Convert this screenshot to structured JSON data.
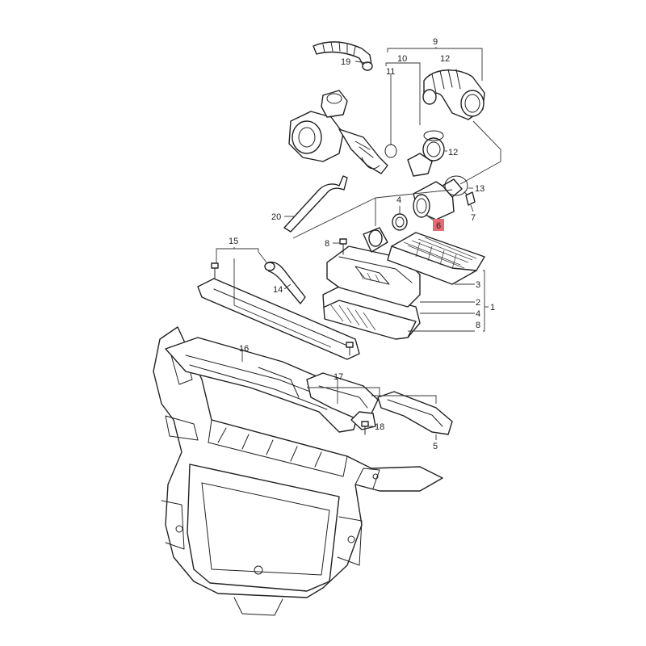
{
  "diagram": {
    "callouts": {
      "c1": "1",
      "c2": "2",
      "c3": "3",
      "c4a": "4",
      "c4b": "4",
      "c5": "5",
      "c6": "6",
      "c7": "7",
      "c8a": "8",
      "c8b": "8",
      "c9": "9",
      "c10": "10",
      "c11": "11",
      "c12a": "12",
      "c12b": "12",
      "c13": "13",
      "c14": "14",
      "c15": "15",
      "c16": "16",
      "c17": "17",
      "c18": "18",
      "c19": "19",
      "c20": "20"
    },
    "highlight_color": "#e36b74",
    "highlighted_callout": "6"
  }
}
